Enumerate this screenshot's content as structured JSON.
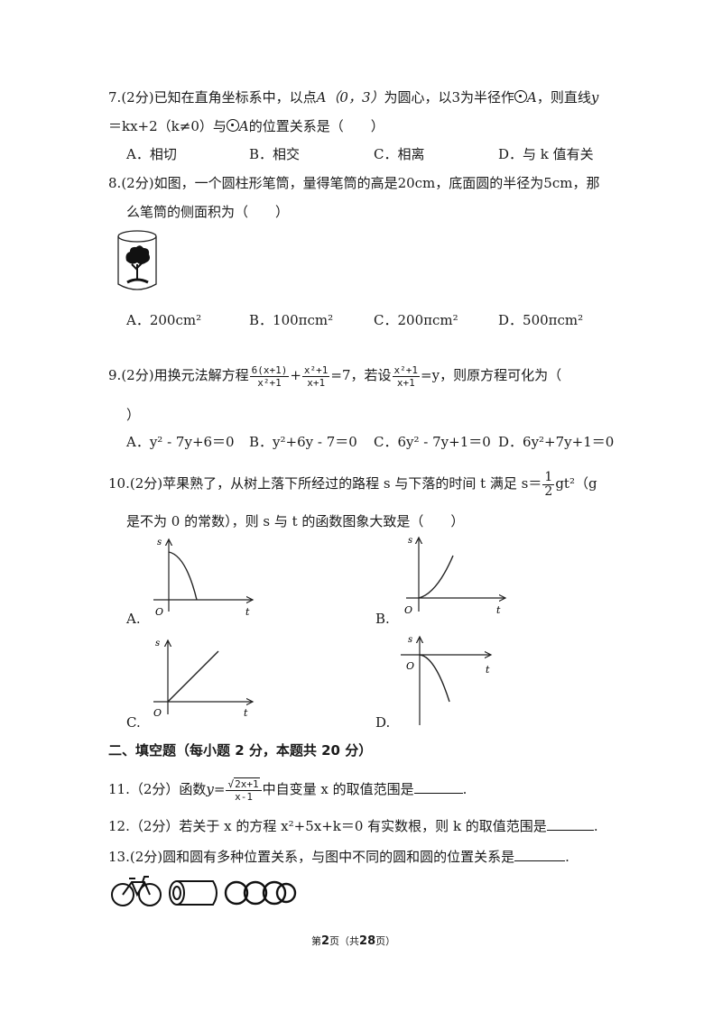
{
  "q7": {
    "num": "7.",
    "score": "(2分)",
    "text_a": "已知在直角坐标系中，以点",
    "point": "A（0，3）",
    "text_b": "为圆心，以3为半径作",
    "circ_a": "A",
    "text_c": "，则直线",
    "var_y": "y",
    "line2": "＝kx+2（k≠0）与",
    "circ_a2": "A",
    "text_d": "的位置关系是（　　）",
    "options": [
      "A．相切",
      "B．相交",
      "C．相离",
      "D．与 k 值有关"
    ]
  },
  "q8": {
    "num": "8.",
    "score": "(2分)",
    "line1": "如图，一个圆柱形笔筒，量得笔筒的高是20cm，底面圆的半径为5cm，那",
    "line2": "么笔筒的侧面积为（　　）",
    "options": [
      "A．200cm²",
      "B．100πcm²",
      "C．200πcm²",
      "D．500πcm²"
    ]
  },
  "q9": {
    "num": "9.",
    "score": "(2分)",
    "text_a": "用换元法解方程",
    "frac1_num": "6(x+1)",
    "frac1_den": "x²+1",
    "plus": "+",
    "frac2_num": "x²+1",
    "frac2_den": "x+1",
    "text_b": "=7，若设",
    "frac3_num": "x²+1",
    "frac3_den": "x+1",
    "text_c": "=y，则原方程可化为（",
    "line2": "）",
    "options": [
      "A．y² - 7y+6＝0",
      "B．y²+6y - 7＝0",
      "C．6y² - 7y+1＝0",
      "D．6y²+7y+1＝0"
    ]
  },
  "q10": {
    "num": "10.",
    "score": "(2分)",
    "text_a": "苹果熟了，从树上落下所经过的路程 s 与下落的时间 t 满足 s＝",
    "frac_num": "1",
    "frac_den": "2",
    "text_b": "gt²（g",
    "line2": "是不为 0 的常数），则 s 与 t 的函数图象大致是（　　）",
    "labels": [
      "A.",
      "B.",
      "C.",
      "D."
    ],
    "axis_s": "s",
    "axis_t": "t",
    "origin": "O"
  },
  "section2": {
    "title": "二、填空题（每小题 2 分，本题共 20 分）"
  },
  "q11": {
    "num": "11.",
    "score": "（2分）",
    "text_a": "函数",
    "y_eq": "y=",
    "frac_num": "2x+1",
    "frac_den": "x-1",
    "text_b": "中自变量 x 的取值范围是",
    "end": "."
  },
  "q12": {
    "num": "12.",
    "score": "（2分）",
    "text": "若关于 x 的方程 x²+5x+k＝0 有实数根，则 k 的取值范围是",
    "end": "."
  },
  "q13": {
    "num": "13.",
    "score": "(2分)",
    "text": "圆和圆有多种位置关系，与图中不同的圆和圆的位置关系是",
    "end": "."
  },
  "footer": {
    "pre": "第",
    "page": "2",
    "mid": "页（共",
    "total": "28",
    "post": "页）"
  }
}
